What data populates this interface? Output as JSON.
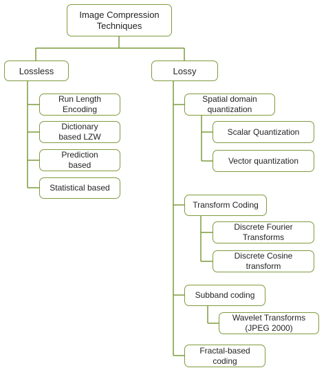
{
  "diagram": {
    "root": {
      "label": "Image Compression\nTechniques"
    },
    "lossless": {
      "label": "Lossless",
      "children": [
        "Run Length\nEncoding",
        "Dictionary\nbased LZW",
        "Prediction\nbased",
        "Statistical based"
      ]
    },
    "lossy": {
      "label": "Lossy",
      "children": [
        {
          "label": "Spatial domain\nquantization",
          "children": [
            "Scalar Quantization",
            "Vector quantization"
          ]
        },
        {
          "label": "Transform  Coding",
          "children": [
            "Discrete Fourier\nTransforms",
            "Discrete Cosine\ntransform"
          ]
        },
        {
          "label": "Subband coding",
          "children": [
            "Wavelet Transforms\n(JPEG 2000)"
          ]
        },
        {
          "label": "Fractal-based\ncoding",
          "children": []
        }
      ]
    },
    "colors": {
      "border": "#7c9a3a",
      "connector": "#7c9a3a",
      "text": "#222222"
    }
  }
}
